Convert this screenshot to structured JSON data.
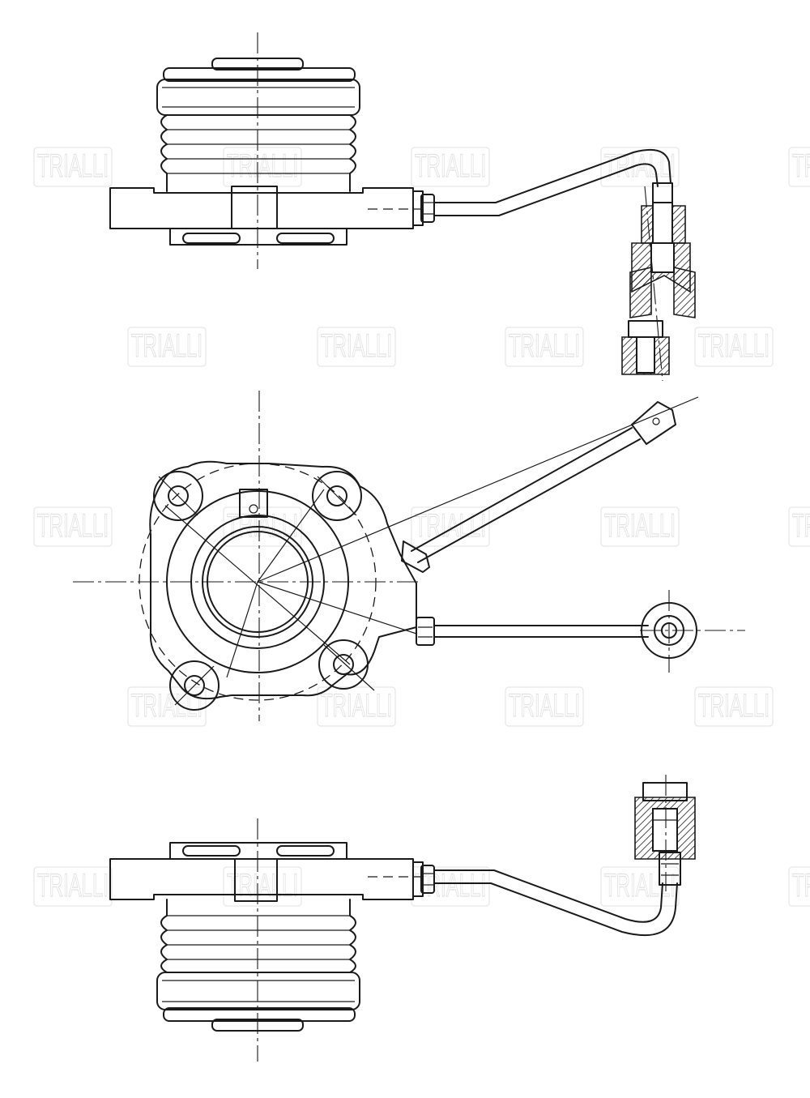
{
  "watermark": {
    "text": "TRIALLI",
    "color": "#e2e2e2"
  },
  "drawing": {
    "views": [
      "top-view",
      "front-view",
      "bottom-view"
    ],
    "line_color": "#1a1a1a",
    "background": "#ffffff"
  }
}
